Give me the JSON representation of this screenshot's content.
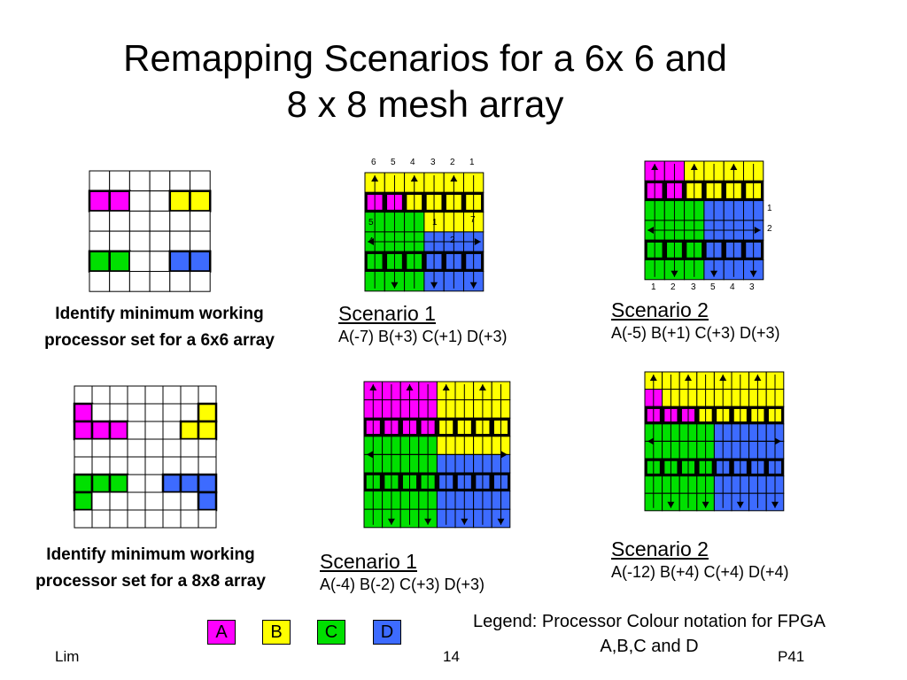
{
  "title": {
    "line1": "Remapping Scenarios for a 6x 6 and",
    "line2": "8 x 8 mesh array"
  },
  "colors": {
    "A": "#ff00ff",
    "B": "#ffff00",
    "C": "#00e000",
    "D": "#3d6bff",
    "empty": "#ffffff",
    "grid": "#000000"
  },
  "captions": {
    "six": {
      "line1": "Identify minimum working",
      "line2": "processor set for a 6x6 array"
    },
    "eight": {
      "line1": "Identify minimum working",
      "line2": "processor set for a 8x8 array"
    }
  },
  "scenarios": {
    "s6_1": {
      "title": "Scenario 1",
      "desc": "A(-7) B(+3) C(+1) D(+3)"
    },
    "s6_2": {
      "title": "Scenario 2",
      "desc": "A(-5) B(+1) C(+3) D(+3)"
    },
    "s8_1": {
      "title": "Scenario 1",
      "desc": "A(-4) B(-2) C(+3) D(+3)"
    },
    "s8_2": {
      "title": "Scenario 2",
      "desc": "A(-12) B(+4) C(+4) D(+4)"
    }
  },
  "grid6_labels": {
    "top": [
      "6",
      "5",
      "4",
      "3",
      "2",
      "1"
    ],
    "inner": [
      "5",
      "1",
      "7",
      "4",
      "2"
    ]
  },
  "grid6b_labels": {
    "side": [
      "1",
      "2"
    ],
    "bottom": [
      "1",
      "2",
      "3",
      "5",
      "4",
      "3"
    ]
  },
  "grids": {
    "g6": [
      "......",
      "AA..BB",
      "......",
      "......",
      "CC..DD",
      "......"
    ],
    "g8": [
      "........",
      "A......B",
      "AAA...BB",
      "........",
      "........",
      "CCC..DDD",
      "C......D",
      "........"
    ],
    "s6_1": [
      "BBBBBB",
      "AABBBB",
      "CCCBBB",
      "CCCDDD",
      "CCCDDD",
      "CCCDDD"
    ],
    "s6_2": [
      "AABBBB",
      "AABBBB",
      "CCCDDD",
      "CCCDDD",
      "CCCDDD",
      "CCCDDD"
    ],
    "s8_1": [
      "AAAABBBB",
      "AAAABBBB",
      "AAAABBBB",
      "CCCCBBBB",
      "CCCCDDDD",
      "CCCCDDDD",
      "CCCCDDDD",
      "CCCCDDDD"
    ],
    "s8_2": [
      "BBBBBBBB",
      "ABBBBBBB",
      "AAABBBBB",
      "CCCCDDDD",
      "CCCCDDDD",
      "CCCCDDDD",
      "CCCCDDDD",
      "CCCCDDDD"
    ]
  },
  "legend": {
    "items": [
      {
        "key": "A",
        "label": "A"
      },
      {
        "key": "B",
        "label": "B"
      },
      {
        "key": "C",
        "label": "C"
      },
      {
        "key": "D",
        "label": "D"
      }
    ],
    "text_line1": "Legend: Processor Colour notation for FPGA",
    "text_line2": "A,B,C and D"
  },
  "footer": {
    "left": "Lim",
    "center": "14",
    "right": "P41"
  }
}
